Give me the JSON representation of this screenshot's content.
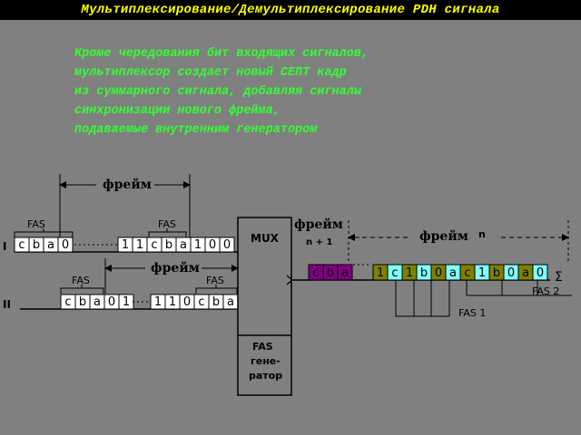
{
  "title": "Мультиплексирование/Демультиплексирование PDH сигнала",
  "description": [
    "Кроме чередования бит входящих сигналов,",
    "мультиплексор создает новый СЕПТ кадр",
    "из суммарного сигнала, добавляя сигналы",
    "синхронизации нового фрейма,",
    "подаваемые внутренним генератором"
  ],
  "labels": {
    "frame": "фрейм",
    "fas": "FAS",
    "input_1": "I",
    "input_2": "II",
    "mux": "MUX",
    "fas_gen_line1": "FAS",
    "fas_gen_line2": "гене-",
    "fas_gen_line3": "ратор",
    "out_frame": "фрейм",
    "n_plus_1": "n + 1",
    "n": "n",
    "fas1": "FAS 1",
    "fas2": "FAS 2",
    "sigma": "Σ"
  },
  "input1": {
    "left_bits": [
      "c",
      "b",
      "a",
      "0"
    ],
    "right_bits": [
      "1",
      "1",
      "c",
      "b",
      "a",
      "1",
      "0",
      "0"
    ]
  },
  "input2": {
    "left_bits": [
      "c",
      "b",
      "a",
      "0",
      "1"
    ],
    "right_bits": [
      "1",
      "1",
      "0",
      "c",
      "b",
      "a"
    ]
  },
  "output": {
    "prev_bits": [
      "c",
      "b",
      "a"
    ],
    "bits": [
      "1",
      "c",
      "1",
      "b",
      "0",
      "a",
      "c",
      "1",
      "b",
      "0",
      "a",
      "0"
    ]
  },
  "colors": {
    "background": "#808080",
    "title_text": "#ffff00",
    "description_text": "#33ff33",
    "cell_white": "#ffffff",
    "cell_purple": "#800080",
    "cell_olive": "#808000",
    "cell_cyan": "#80ffff"
  }
}
